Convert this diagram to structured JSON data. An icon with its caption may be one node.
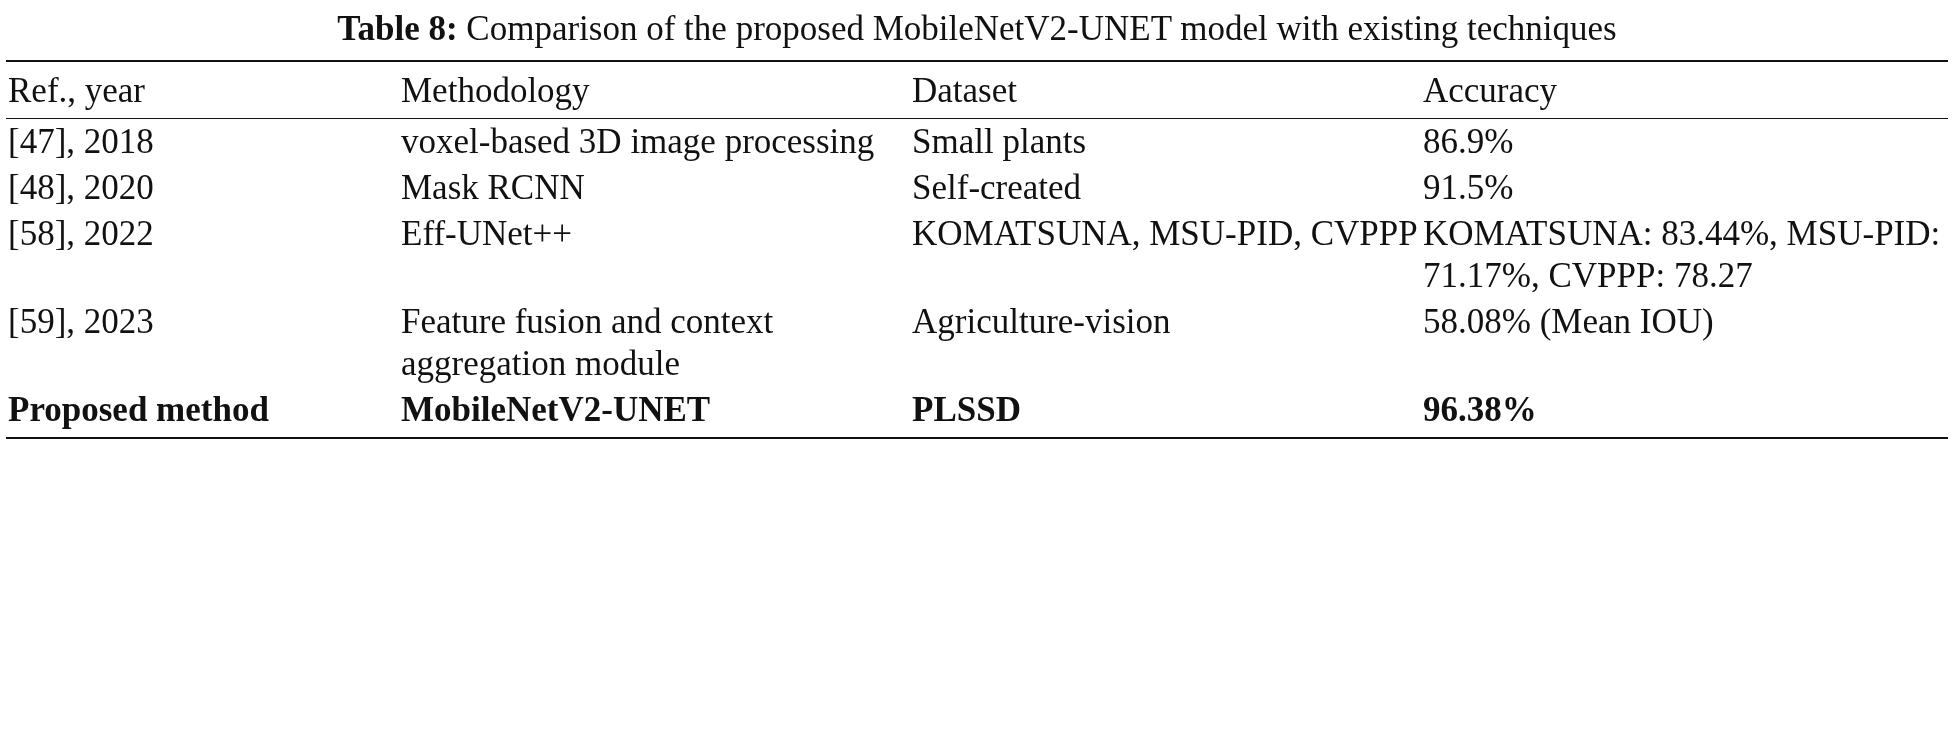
{
  "diagram": {
    "title": "**Table 8:** Comparison of the proposed MobileNetV2-UNET model with existing techniques",
    "labels": [
      "Ref., year",
      "Methodology",
      "Dataset",
      "Accuracy",
      "[47], 2018",
      "voxel-based 3D image processing",
      "Small plants",
      "86.9%",
      "[48], 2020",
      "Mask RCNN",
      "Self-created",
      "91.5%",
      "[58], 2022",
      "Eff-UNet++",
      "KOMATSUNA, MSU-PID, CVPPP",
      "KOMATSUNA: 83.44%, MSU-PID: 71.17%, CVPPP: 78.27",
      "[59], 2023",
      "Feature fusion and context aggregation module",
      "Agriculture-vision",
      "58.08% (Mean IOU)",
      "Proposed method",
      "MobileNetV2-UNET",
      "PLSSD",
      "96.38%"
    ]
  }
}
